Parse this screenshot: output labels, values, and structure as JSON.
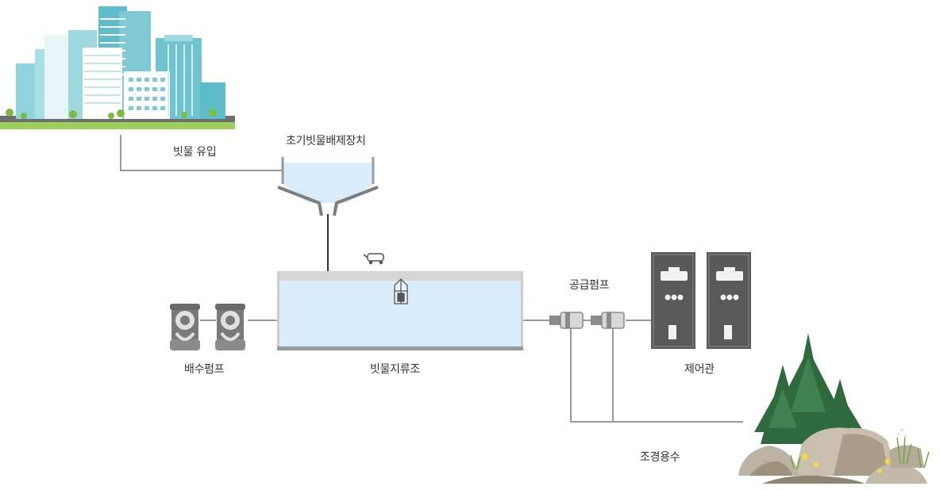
{
  "labels": {
    "rain_inflow": "빗물 유입",
    "first_flush": "초기빗물배제장치",
    "drain_pump": "배수펌프",
    "storage_tank": "빗물지류조",
    "supply_pump": "공급펌프",
    "control_panel": "제어관",
    "landscape_water": "조경용수"
  },
  "colors": {
    "pipe": "#9a9a9a",
    "water": "#d8ecfb",
    "tank_rim": "#d6d6d6",
    "building_teal": "#7fc9d4",
    "grass": "#9bd15a",
    "tree": "#2f6a3e",
    "rock": "#bdb3a4",
    "panel": "#595959"
  },
  "icons": [
    "city-buildings-icon",
    "first-flush-device-icon",
    "sensor-icon",
    "float-valve-icon",
    "drain-pump-icon",
    "supply-pump-icon",
    "control-panel-icon",
    "garden-trees-icon"
  ]
}
